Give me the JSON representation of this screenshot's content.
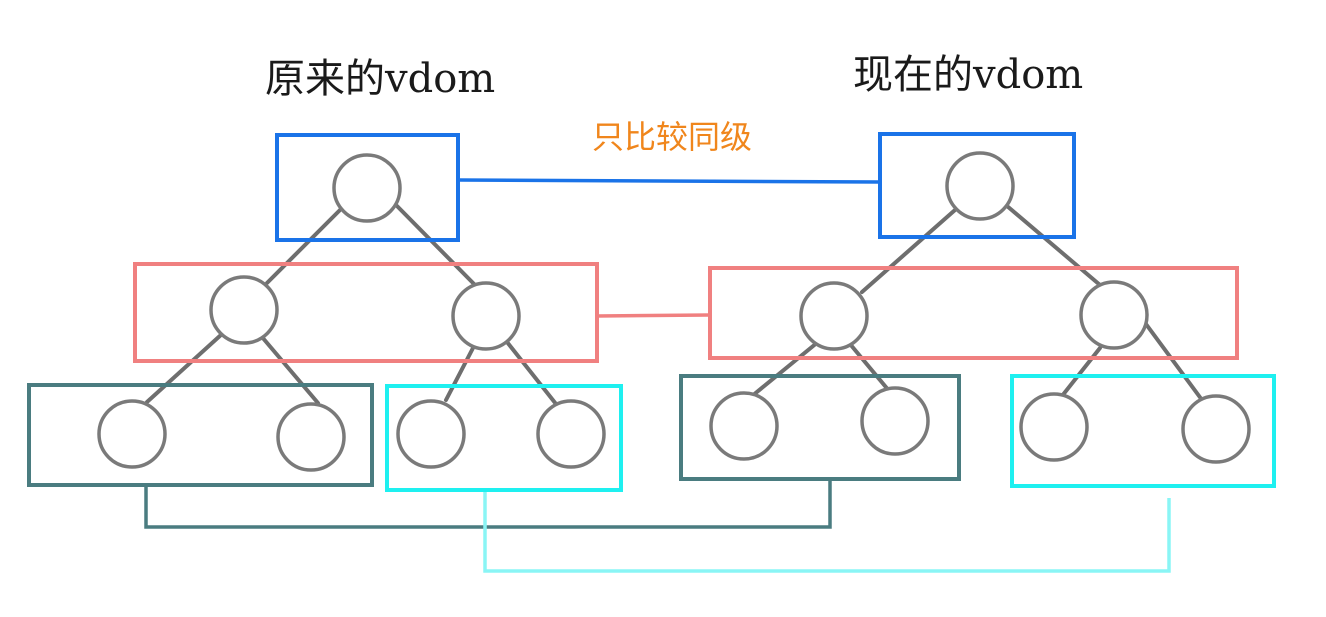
{
  "titles": {
    "left": "原来的vdom",
    "right": "现在的vdom"
  },
  "note": {
    "label": "只比较同级"
  },
  "colors": {
    "note": "#f0861c",
    "level1": "#1a73e8",
    "level2": "#f08080",
    "level3_left_group": "#4a7c80",
    "level3_right_group": "#1ef0f0",
    "link_level3_right_group": "#8af5f5",
    "edge": "#6e6e6e",
    "node_stroke": "#7a7a7a"
  }
}
